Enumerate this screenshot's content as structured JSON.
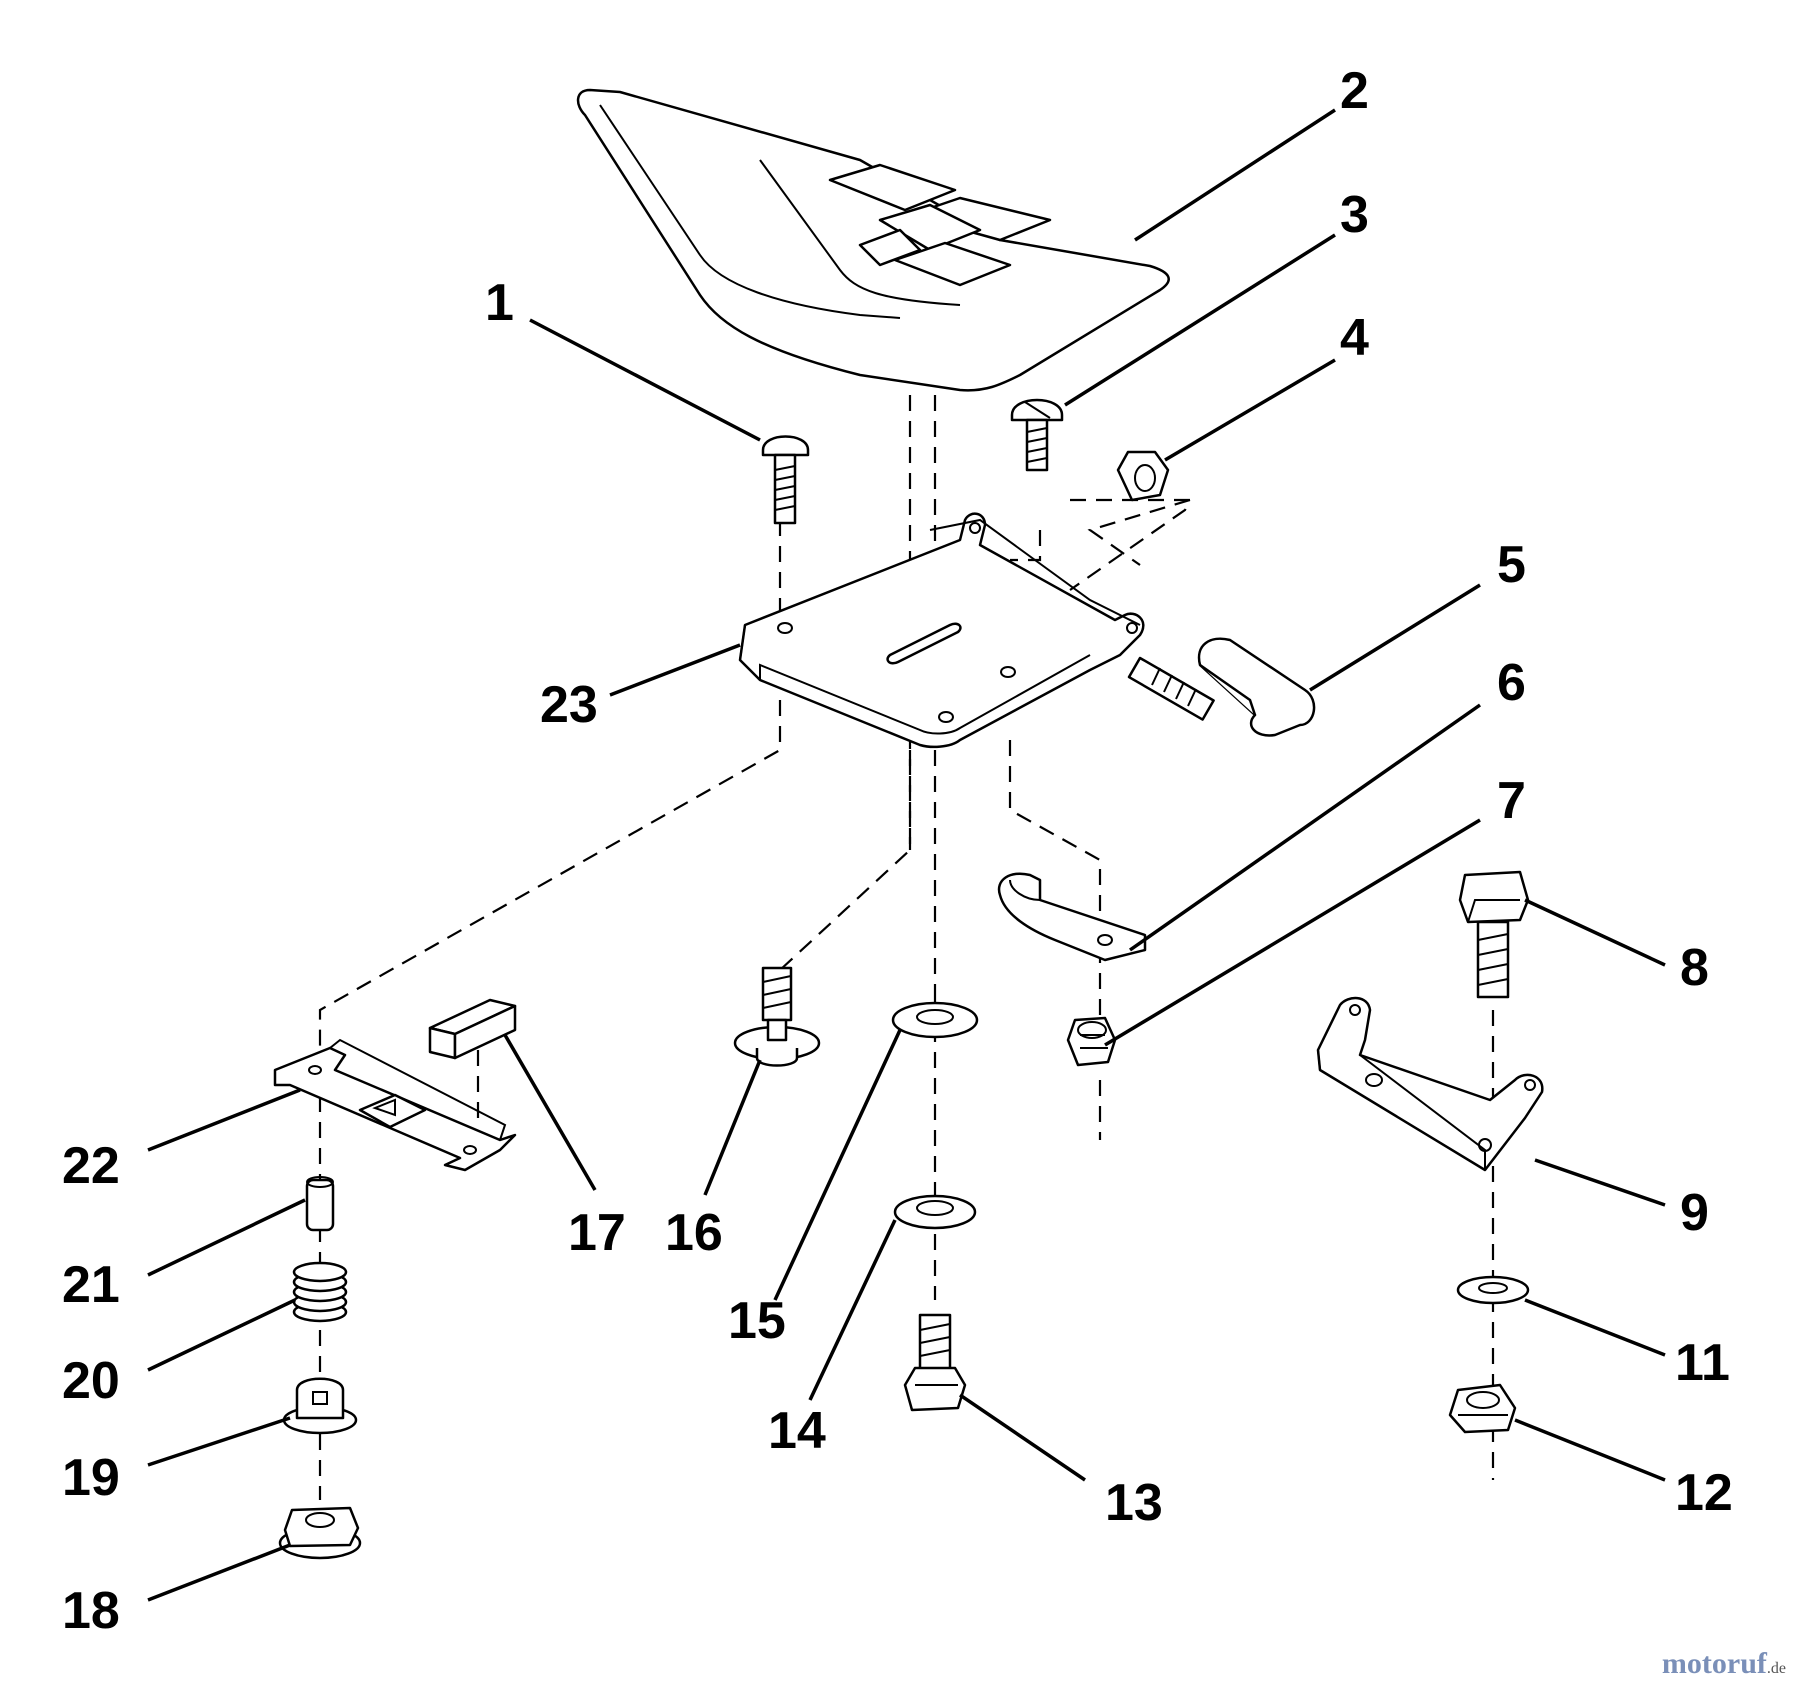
{
  "part_labels": [
    "1",
    "2",
    "3",
    "4",
    "5",
    "6",
    "7",
    "8",
    "9",
    "11",
    "12",
    "13",
    "14",
    "15",
    "16",
    "17",
    "18",
    "19",
    "20",
    "21",
    "22",
    "23"
  ],
  "watermark": {
    "text": "motoruf",
    "tld": ".de",
    "color": "#7a8fb8"
  }
}
